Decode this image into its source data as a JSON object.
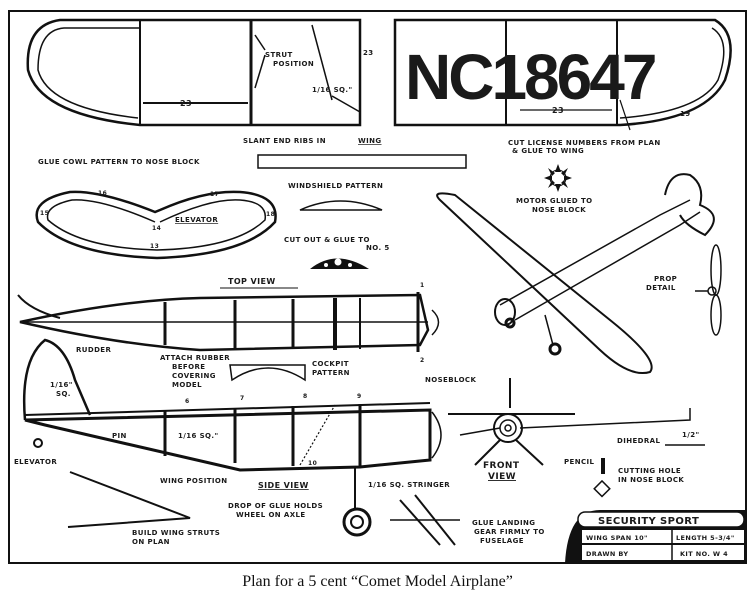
{
  "caption": "Plan for a 5 cent “Comet Model Airplane”",
  "registration": "NC18647",
  "title_block": {
    "title": "SECURITY SPORT",
    "wing_span": "WING SPAN 10\"",
    "length": "LENGTH 5-3/4\"",
    "drawn_by": "DRAWN BY",
    "kit_no": "KIT NO. W 4"
  },
  "wing": {
    "strut_position": [
      "STRUT",
      "POSITION"
    ],
    "spar_size": "1/16 SQ.\"",
    "rib_number": "23",
    "tip_number": "19",
    "slant_note": "SLANT END RIBS IN",
    "slant_note_emph": "WING",
    "license_note": [
      "CUT LICENSE NUMBERS FROM PLAN",
      "& GLUE TO WING"
    ]
  },
  "notes": {
    "glue_cowl": "GLUE COWL PATTERN TO NOSE BLOCK",
    "windshield": "WINDSHIELD PATTERN",
    "cut_out": [
      "CUT OUT & GLUE TO",
      "NO. 5"
    ],
    "motor": [
      "MOTOR GLUED TO",
      "NOSE BLOCK"
    ],
    "prop": [
      "PROP",
      "DETAIL"
    ],
    "elevator_label": "ELEVATOR",
    "elevator_parts": [
      "13",
      "14",
      "15",
      "16",
      "17",
      "18"
    ],
    "top_view": "TOP VIEW",
    "rudder": "RUDDER",
    "attach_rubber": [
      "ATTACH RUBBER",
      "BEFORE",
      "COVERING",
      "MODEL"
    ],
    "cockpit": [
      "COCKPIT",
      "PATTERN"
    ],
    "noseblock": "NOSEBLOCK",
    "tail_size": [
      "1/16\"",
      "SQ."
    ],
    "pin": "PIN",
    "elevator_side": "ELEVATOR",
    "side_spar": "1/16 SQ.\"",
    "side_numbers": [
      "6",
      "7",
      "8",
      "9",
      "10"
    ],
    "top_numbers": [
      "1",
      "2"
    ],
    "wing_position": "WING POSITION",
    "side_view": "SIDE VIEW",
    "stringer": "1/16 SQ. STRINGER",
    "drop_glue": [
      "DROP OF GLUE HOLDS",
      "WHEEL ON AXLE"
    ],
    "wing_struts": [
      "BUILD WING STRUTS",
      "ON PLAN"
    ],
    "front_view": [
      "FRONT",
      "VIEW"
    ],
    "dihedral": "DIHEDRAL",
    "dihedral_value": "1/2\"",
    "pencil": "PENCIL",
    "cutting_hole": [
      "CUTTING HOLE",
      "IN NOSE BLOCK"
    ],
    "landing_gear": [
      "GLUE LANDING",
      "GEAR FIRMLY TO",
      "FUSELAGE"
    ]
  }
}
